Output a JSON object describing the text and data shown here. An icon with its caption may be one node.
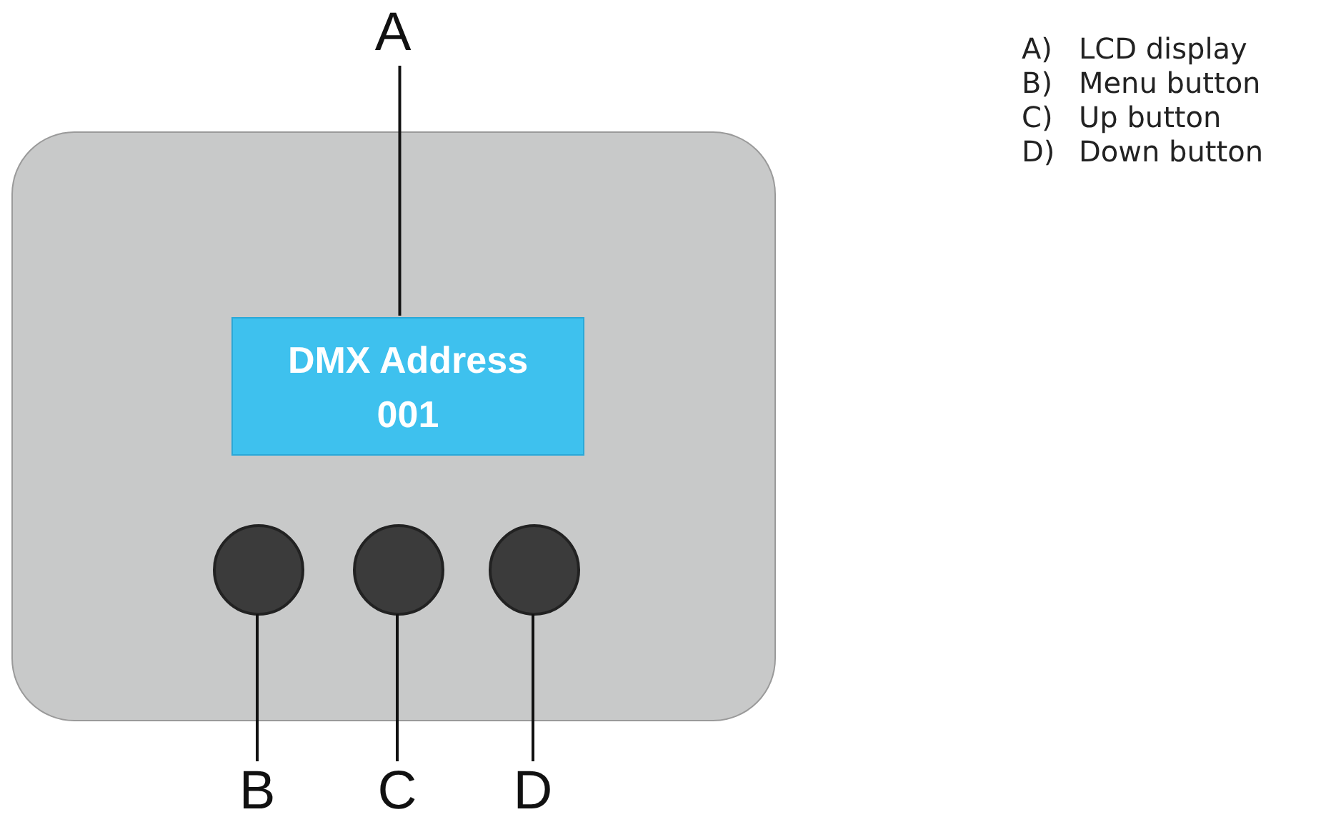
{
  "diagram": {
    "nodes": [
      {
        "text": [
          "A"
        ]
      },
      {
        "text": [],
        "shape": "box"
      },
      {
        "text": [
          "DMX Address",
          "001"
        ],
        "in": 1
      },
      {
        "text": [],
        "shape": "circle",
        "in": 1
      },
      {
        "text": [],
        "shape": "circle",
        "in": 1
      },
      {
        "text": [],
        "shape": "circle",
        "in": 1
      },
      {
        "text": [
          "B"
        ]
      },
      {
        "text": [
          "C"
        ]
      },
      {
        "text": [
          "D"
        ]
      }
    ],
    "edges": [
      {
        "from": 0,
        "to": 2,
        "arrow": "none"
      },
      {
        "from": 6,
        "to": 3,
        "arrow": "none"
      },
      {
        "from": 7,
        "to": 4,
        "arrow": "none"
      },
      {
        "from": 8,
        "to": 5,
        "arrow": "none"
      }
    ],
    "labels": [
      "A)",
      "LCD display",
      "B)",
      "Menu button",
      "C)",
      "Up button",
      "D)",
      "Down button"
    ]
  }
}
